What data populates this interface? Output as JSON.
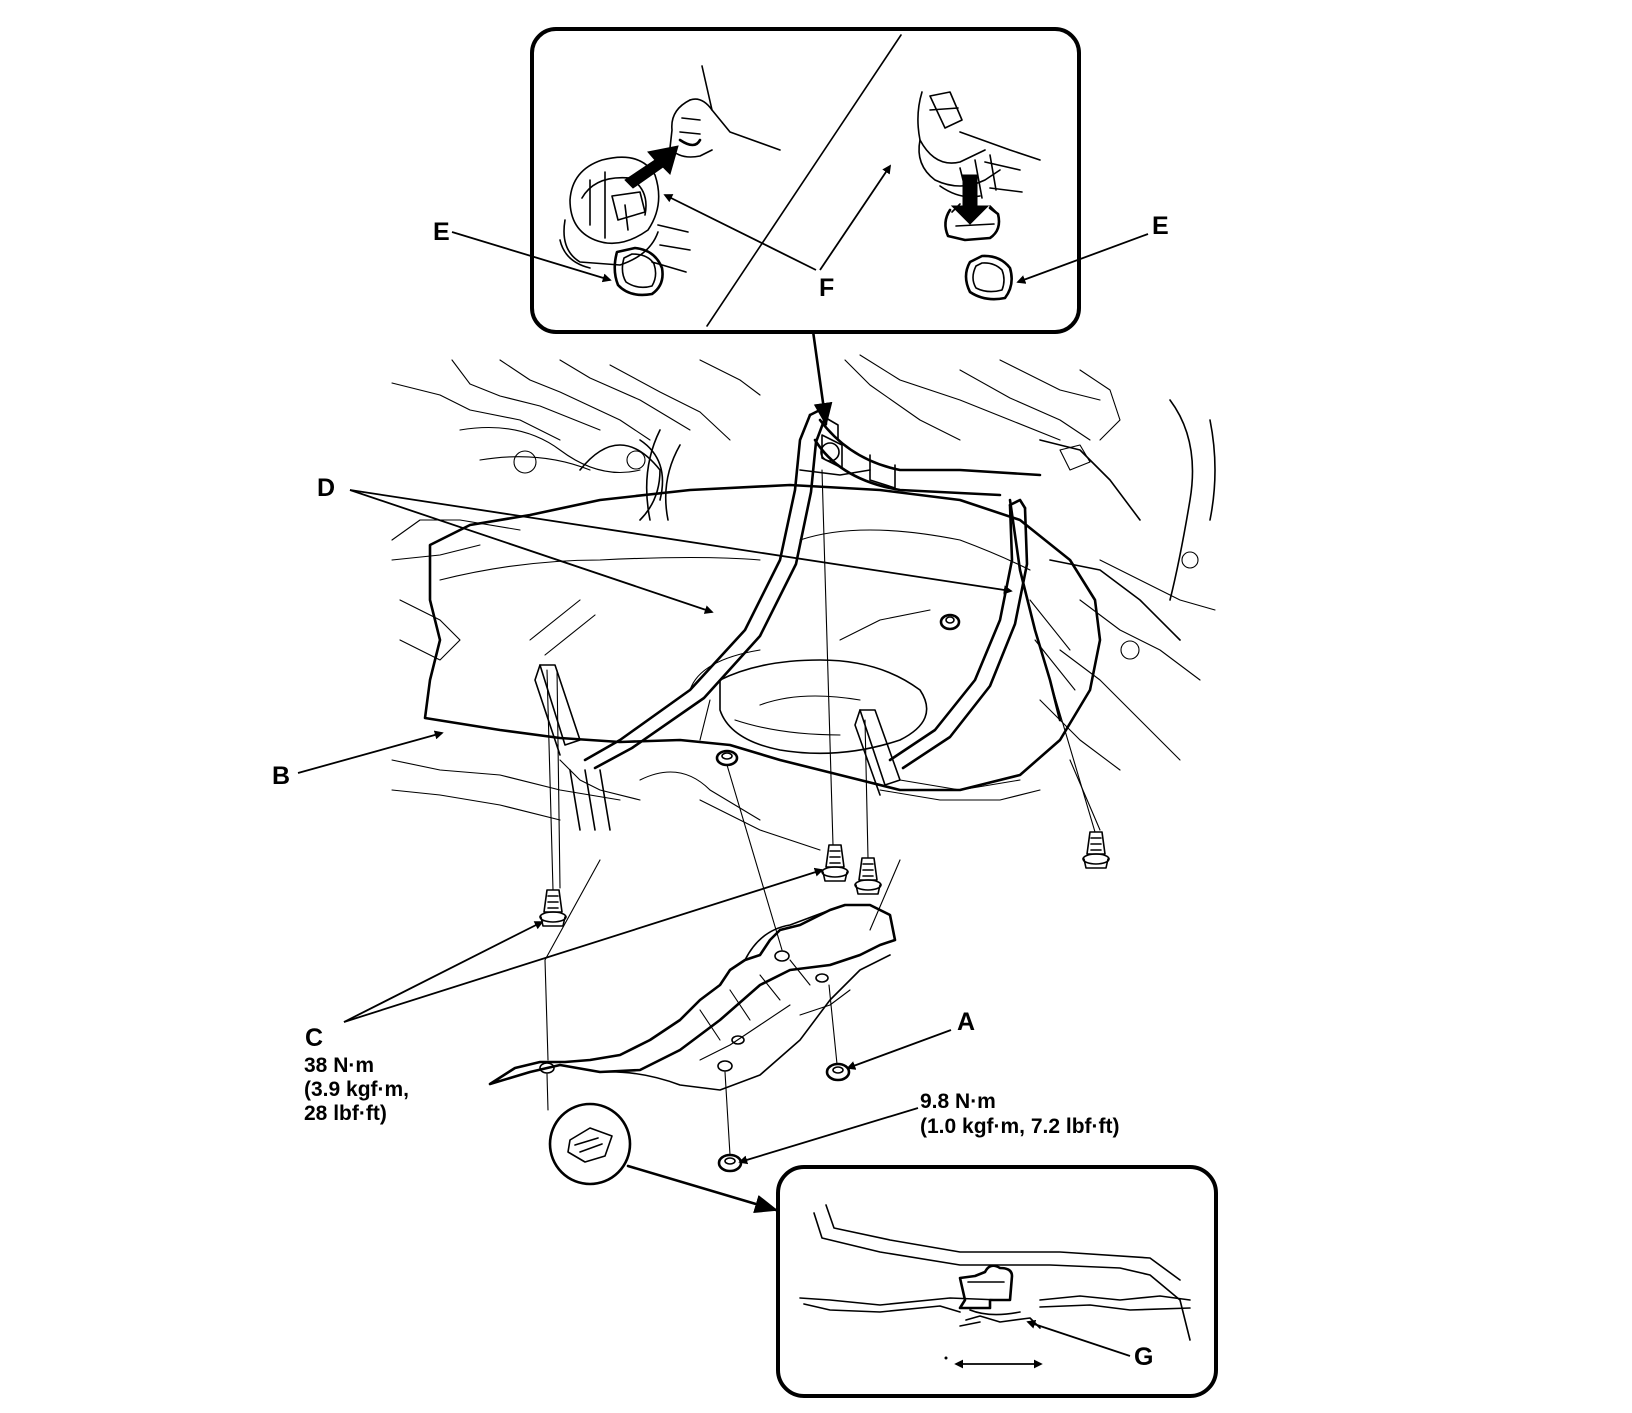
{
  "labels": {
    "A": "A",
    "B": "B",
    "C": "C",
    "D": "D",
    "E_left": "E",
    "E_right": "E",
    "F": "F",
    "G": "G"
  },
  "torque_c": {
    "line1": "38 N·m",
    "line2": "(3.9 kgf·m,",
    "line3": "28 lbf·ft)"
  },
  "torque_a": {
    "line1": "9.8 N·m",
    "line2": "(1.0 kgf·m, 7.2 lbf·ft)"
  }
}
